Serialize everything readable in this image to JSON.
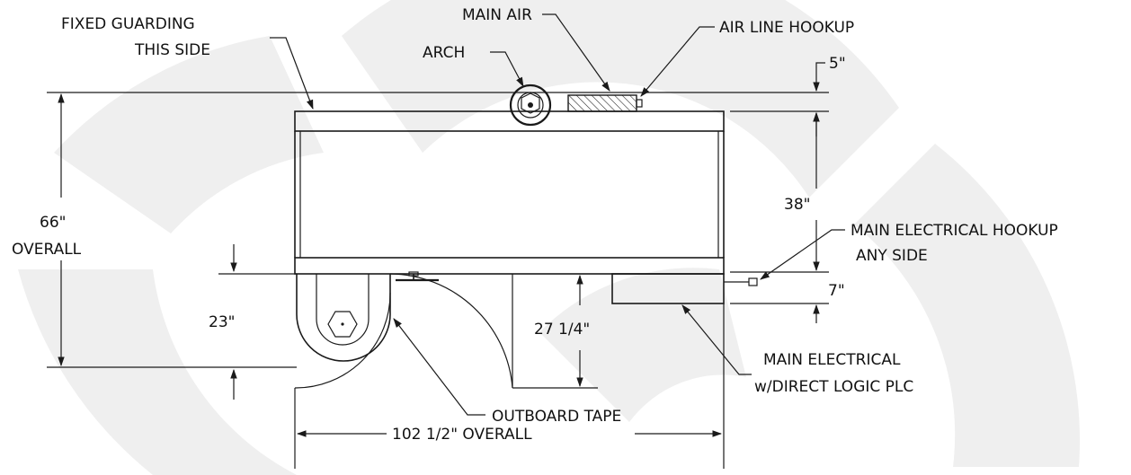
{
  "labels": {
    "fixed_guarding_1": "FIXED GUARDING",
    "fixed_guarding_2": "THIS SIDE",
    "main_air": "MAIN AIR",
    "arch": "ARCH",
    "air_line_hookup": "AIR LINE HOOKUP",
    "dim_5": "5\"",
    "dim_66_1": "66\"",
    "dim_66_2": "OVERALL",
    "dim_38": "38\"",
    "main_electrical_hookup_1": "MAIN ELECTRICAL HOOKUP",
    "main_electrical_hookup_2": "ANY SIDE",
    "dim_7": "7\"",
    "dim_23": "23\"",
    "dim_27": "27 1/4\"",
    "main_electrical_1": "MAIN ELECTRICAL",
    "main_electrical_2": "w/DIRECT LOGIC PLC",
    "outboard_tape": "OUTBOARD TAPE",
    "dim_102": "102 1/2\" OVERALL"
  },
  "colors": {
    "line": "#1a1a1a",
    "watermark": "#eeeeee",
    "background": "#ffffff"
  }
}
